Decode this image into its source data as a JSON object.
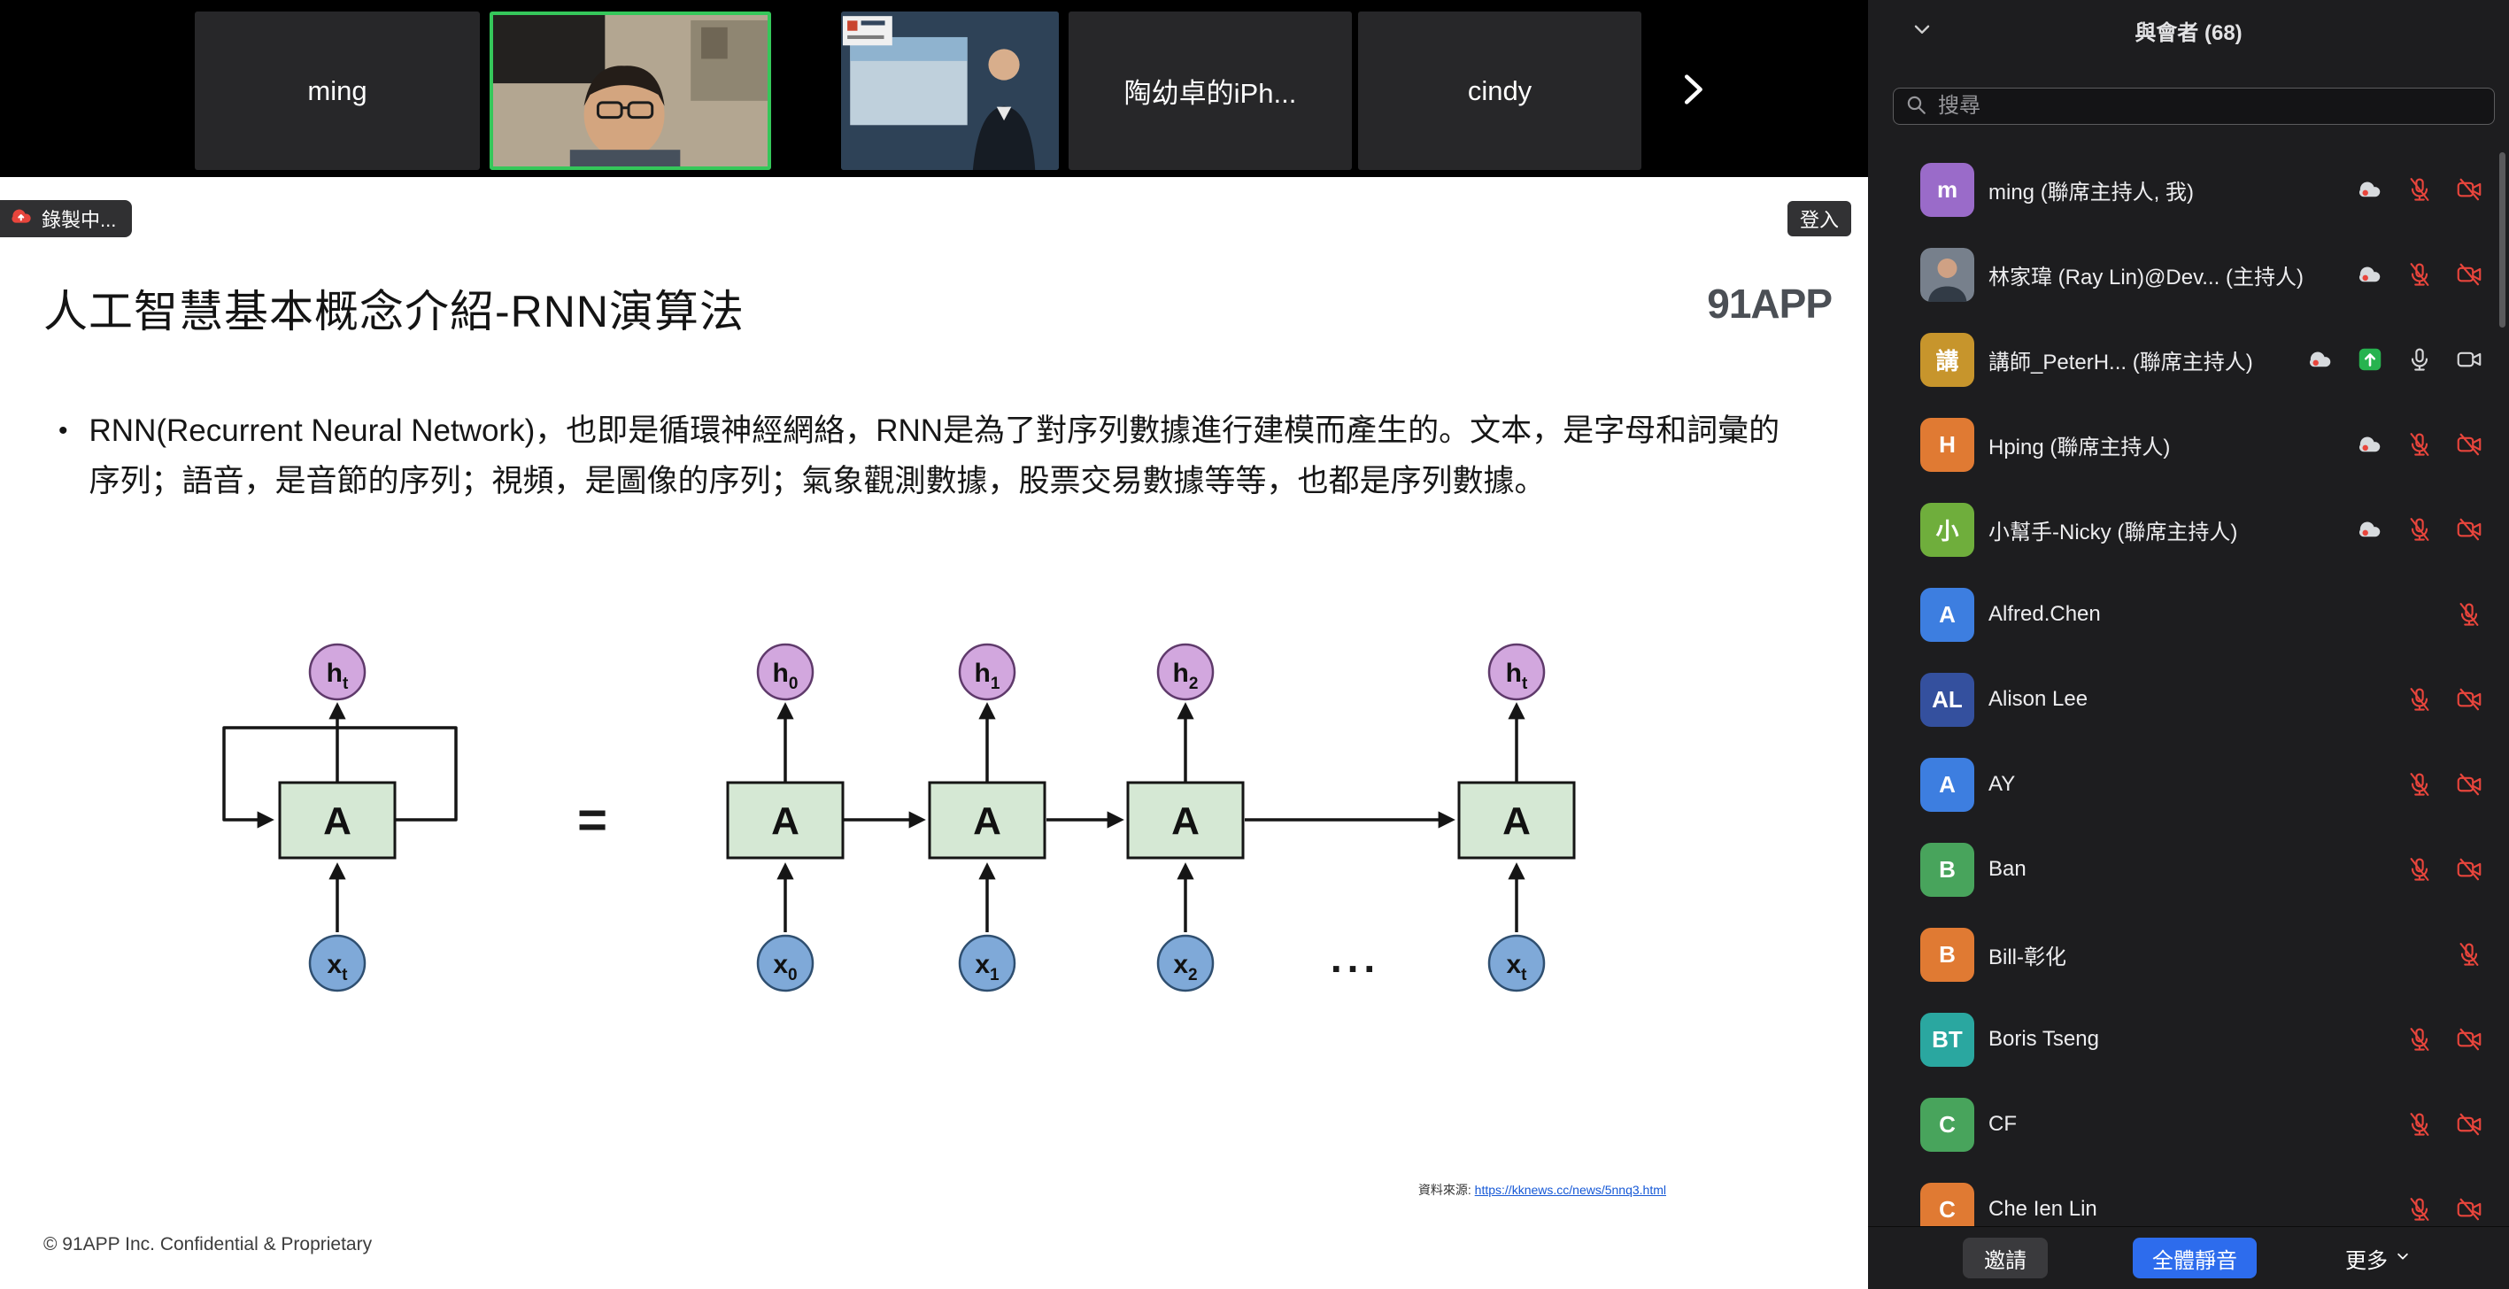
{
  "colors": {
    "accent_blue": "#2d6ced",
    "danger_red": "#e8453c",
    "share_green": "#27b34f",
    "active_speaker_green": "#35c75a",
    "icon_on_gray": "#d6d6d8"
  },
  "video_strip": {
    "tiles": [
      {
        "kind": "name",
        "label": "ming"
      },
      {
        "kind": "video",
        "scene": "webcam-person",
        "active": true
      },
      {
        "kind": "video",
        "scene": "presenter-room",
        "active": false
      },
      {
        "kind": "name",
        "label": "陶幼卓的iPh..."
      },
      {
        "kind": "name",
        "label": "cindy"
      }
    ]
  },
  "badges": {
    "recording": "錄製中...",
    "login": "登入"
  },
  "slide": {
    "title": "人工智慧基本概念介紹-RNN演算法",
    "logo": "91APP",
    "bullet_marker": "•",
    "bullet": "RNN(Recurrent Neural Network)，也即是循環神經網絡，RNN是為了對序列數據進行建模而產生的。文本，是字母和詞彙的序列；語音，是音節的序列；視頻，是圖像的序列；氣象觀測數據，股票交易數據等等，也都是序列數據。",
    "source_prefix": "資料來源:",
    "source_link": "https://kknews.cc/news/5nnq3.html",
    "footer": "© 91APP Inc. Confidential & Proprietary",
    "diagram": {
      "equals": "=",
      "ellipsis": "...",
      "folded": {
        "h_main": "h",
        "h_sub": "t",
        "box": "A",
        "x_main": "x",
        "x_sub": "t"
      },
      "units": [
        {
          "h_main": "h",
          "h_sub": "0",
          "box": "A",
          "x_main": "x",
          "x_sub": "0"
        },
        {
          "h_main": "h",
          "h_sub": "1",
          "box": "A",
          "x_main": "x",
          "x_sub": "1"
        },
        {
          "h_main": "h",
          "h_sub": "2",
          "box": "A",
          "x_main": "x",
          "x_sub": "2"
        },
        {
          "h_main": "h",
          "h_sub": "t",
          "box": "A",
          "x_main": "x",
          "x_sub": "t"
        }
      ],
      "colors": {
        "h_fill": "#d2a7de",
        "h_stroke": "#5f3a6b",
        "a_fill": "#d5e8d4",
        "a_stroke": "#151515",
        "x_fill": "#7fa9d8",
        "x_stroke": "#2f4f70"
      }
    }
  },
  "sidebar": {
    "title": "與會者 (68)",
    "search_placeholder": "搜尋",
    "participants": [
      {
        "initials": "m",
        "name": "ming (聯席主持人, 我)",
        "color": "#9a6bc9",
        "cloud": true,
        "mic": "muted",
        "cam": "off"
      },
      {
        "initials": "",
        "name": "林家瑋 (Ray Lin)@Dev... (主持人)",
        "color": "#77808c",
        "avatar": "photo",
        "cloud": true,
        "mic": "muted",
        "cam": "off"
      },
      {
        "initials": "講",
        "name": "講師_PeterH... (聯席主持人)",
        "color": "#c7952c",
        "cloud": true,
        "sharing": true,
        "mic": "on",
        "cam": "on"
      },
      {
        "initials": "H",
        "name": "Hping (聯席主持人)",
        "color": "#e07a33",
        "cloud": true,
        "mic": "muted",
        "cam": "off"
      },
      {
        "initials": "小",
        "name": "小幫手-Nicky (聯席主持人)",
        "color": "#6fae3c",
        "cloud": true,
        "mic": "muted",
        "cam": "off"
      },
      {
        "initials": "A",
        "name": "Alfred.Chen",
        "color": "#3d7ee0",
        "mic": "muted"
      },
      {
        "initials": "AL",
        "name": "Alison Lee",
        "color": "#34509e",
        "mic": "muted",
        "cam": "off"
      },
      {
        "initials": "A",
        "name": "AY",
        "color": "#3d7ee0",
        "mic": "muted",
        "cam": "off"
      },
      {
        "initials": "B",
        "name": "Ban",
        "color": "#48a45c",
        "mic": "muted",
        "cam": "off"
      },
      {
        "initials": "B",
        "name": "Bill-彰化",
        "color": "#e07a33",
        "mic": "muted"
      },
      {
        "initials": "BT",
        "name": "Boris Tseng",
        "color": "#2aa7a0",
        "mic": "muted",
        "cam": "off"
      },
      {
        "initials": "C",
        "name": "CF",
        "color": "#48a45c",
        "mic": "muted",
        "cam": "off"
      },
      {
        "initials": "C",
        "name": "Che Ien Lin",
        "color": "#e07a33",
        "mic": "muted",
        "cam": "off"
      }
    ],
    "buttons": {
      "invite": "邀請",
      "mute_all": "全體靜音",
      "more": "更多"
    }
  }
}
